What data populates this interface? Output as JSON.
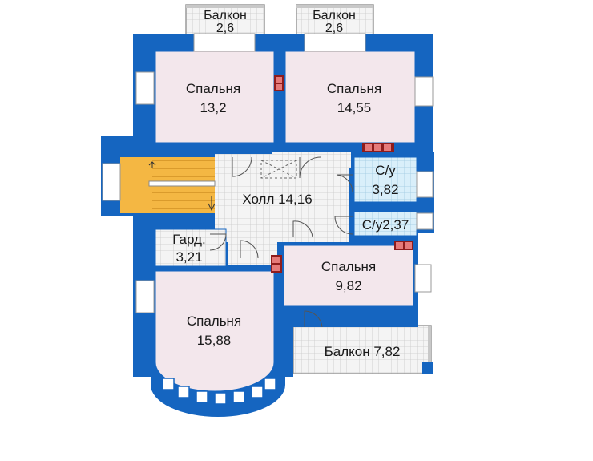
{
  "colors": {
    "wall": "#1565c0",
    "room": "#f3e7ec",
    "bath": "#d7eefa",
    "grid_floor": "#f3f3f3",
    "stair": "#f4b743",
    "chimney": "#8e1c1c"
  },
  "rooms": {
    "balcony_top_left": {
      "name": "Балкон",
      "area": "2,6"
    },
    "balcony_top_right": {
      "name": "Балкон",
      "area": "2,6"
    },
    "bedroom_1": {
      "name": "Спальня",
      "area": "13,2"
    },
    "bedroom_2": {
      "name": "Спальня",
      "area": "14,55"
    },
    "bathroom_1": {
      "name": "С/у",
      "area": "3,82"
    },
    "hall": {
      "label": "Холл 14,16"
    },
    "bathroom_2": {
      "label": "С/у2,37"
    },
    "wardrobe": {
      "name": "Гард.",
      "area": "3,21"
    },
    "bedroom_3": {
      "name": "Спальня",
      "area": "9,82"
    },
    "bedroom_4": {
      "name": "Спальня",
      "area": "15,88"
    },
    "balcony_bottom": {
      "label": "Балкон 7,82"
    }
  }
}
